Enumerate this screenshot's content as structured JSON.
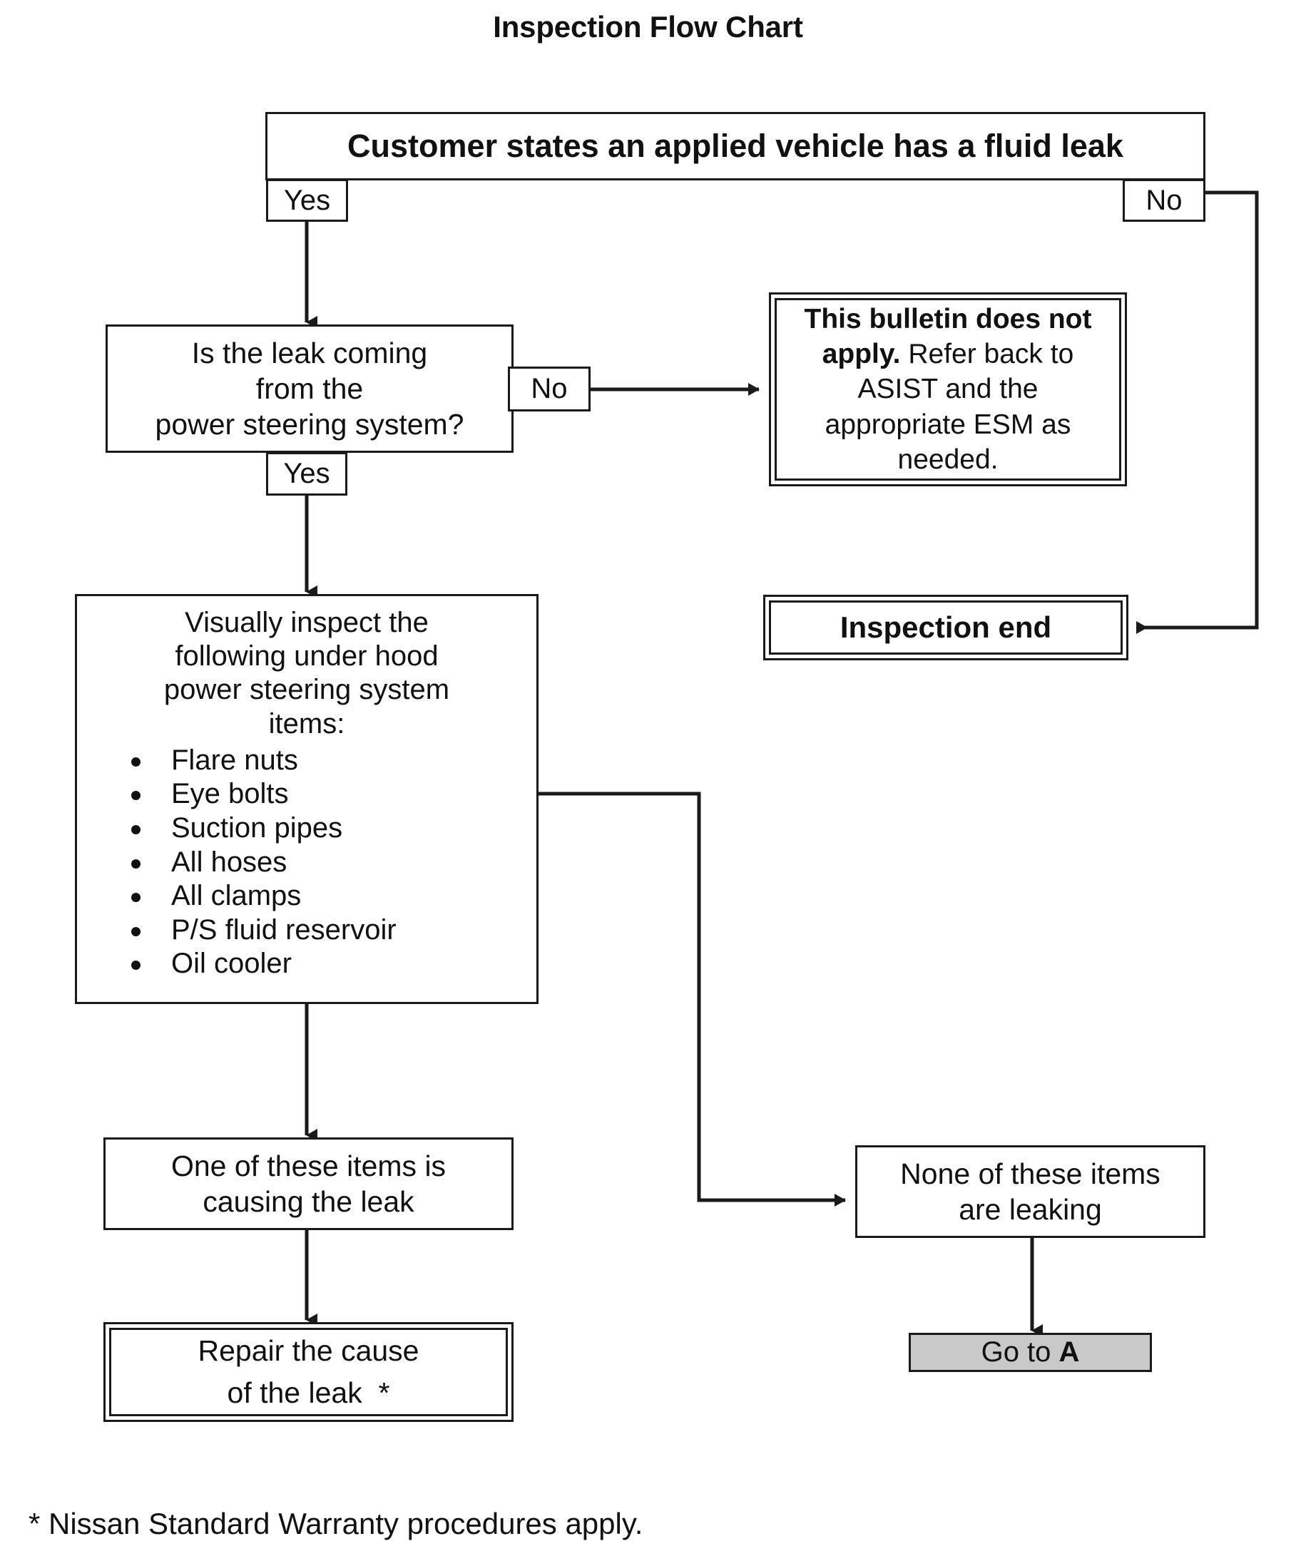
{
  "title": "Inspection Flow Chart",
  "nodes": {
    "start": "Customer states an applied vehicle has a fluid leak",
    "decision": "Is the leak coming\nfrom the\npower steering system?",
    "bulletin_bold": "This bulletin does not apply.",
    "bulletin_rest": " Refer back to ASIST and the appropriate ESM as needed.",
    "inspection_end": "Inspection end",
    "inspect_lead": "Visually inspect the\nfollowing under hood\npower steering system\nitems:",
    "inspect_items": [
      "Flare nuts",
      "Eye bolts",
      "Suction pipes",
      "All hoses",
      "All clamps",
      "P/S fluid reservoir",
      "Oil cooler"
    ],
    "one_cause": "One of these items is\ncausing the leak",
    "repair": "Repair the cause\nof the leak  *",
    "none_leaking": "None of these items\nare leaking",
    "goto_a_prefix": "Go to ",
    "goto_a_target": "A"
  },
  "labels": {
    "start_yes": "Yes",
    "start_no": "No",
    "decision_no": "No",
    "decision_yes": "Yes"
  },
  "footnote": "* Nissan Standard Warranty procedures apply.",
  "colors": {
    "line": "#1a1a1a",
    "background": "#ffffff",
    "text": "#111111",
    "goto_fill": "#c9c9c9"
  }
}
